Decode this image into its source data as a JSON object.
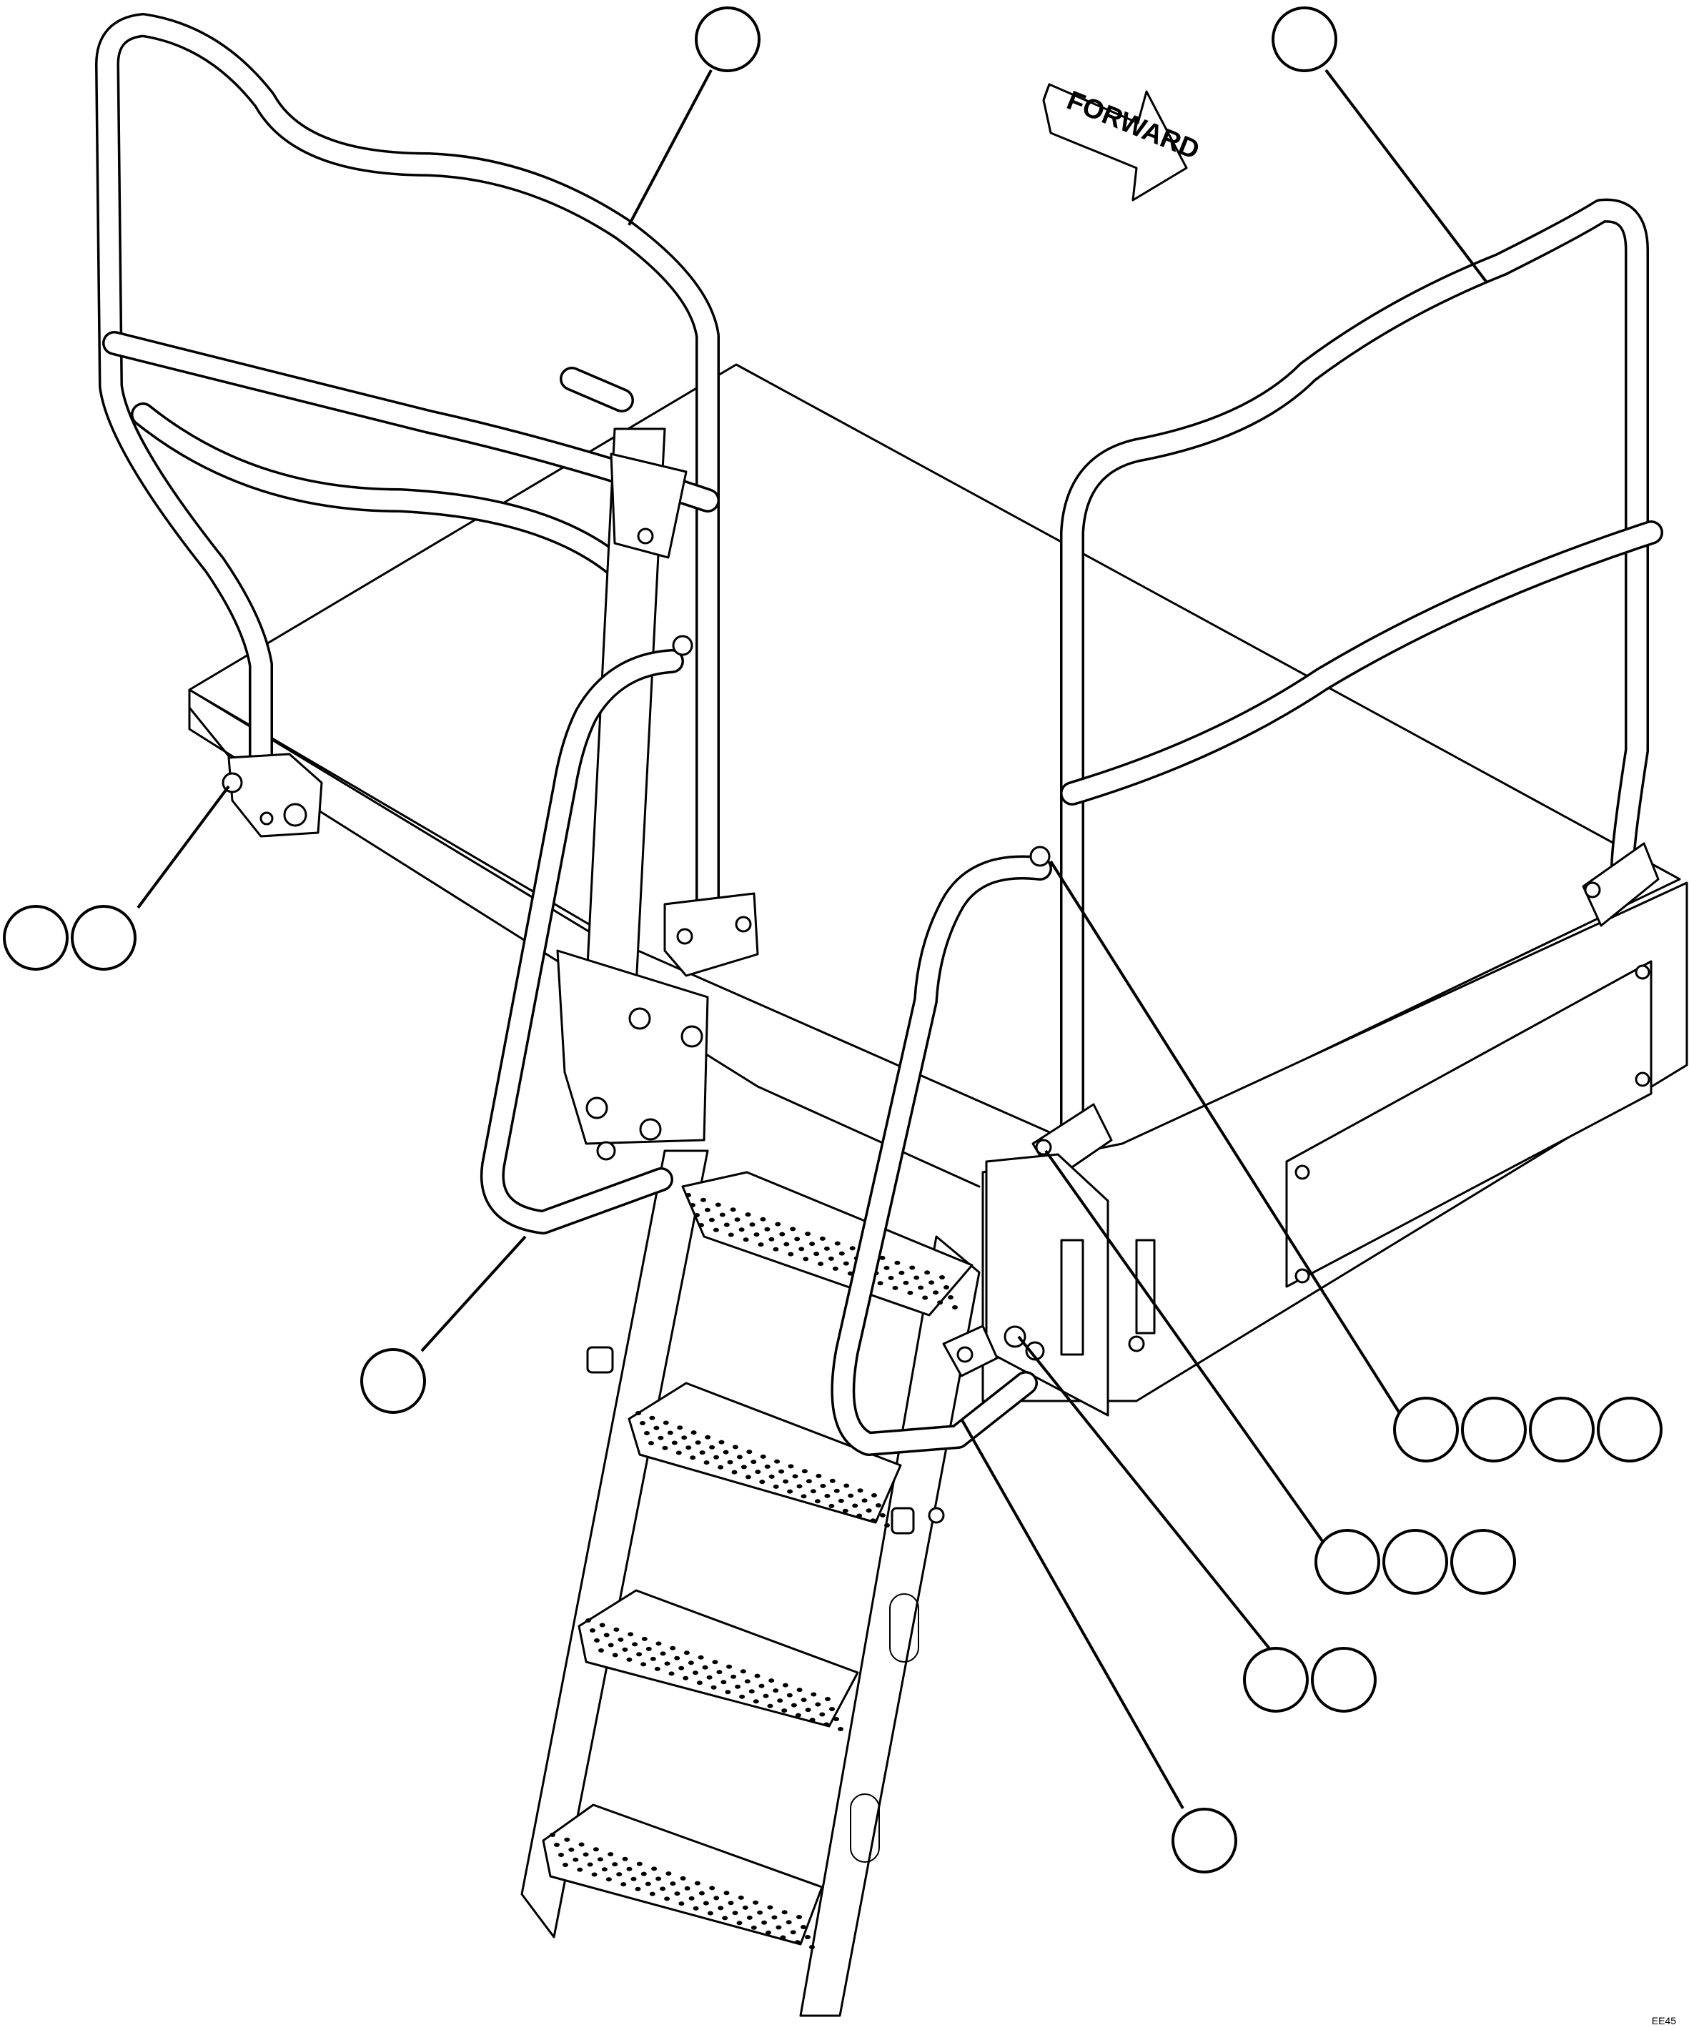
{
  "drawing": {
    "direction_label": "FORWARD",
    "figure_code": "EE45"
  },
  "callouts": [
    {
      "id": "callout-top-left-rail",
      "label": ""
    },
    {
      "id": "callout-top-right-rail",
      "label": ""
    },
    {
      "id": "callout-left-mount-a",
      "label": ""
    },
    {
      "id": "callout-left-mount-b",
      "label": ""
    },
    {
      "id": "callout-left-handrail",
      "label": ""
    },
    {
      "id": "callout-clamp-a",
      "label": ""
    },
    {
      "id": "callout-clamp-b",
      "label": ""
    },
    {
      "id": "callout-clamp-c",
      "label": ""
    },
    {
      "id": "callout-clamp-d",
      "label": ""
    },
    {
      "id": "callout-mount-a",
      "label": ""
    },
    {
      "id": "callout-mount-b",
      "label": ""
    },
    {
      "id": "callout-mount-c",
      "label": ""
    },
    {
      "id": "callout-pivot-a",
      "label": ""
    },
    {
      "id": "callout-pivot-b",
      "label": ""
    },
    {
      "id": "callout-right-handrail",
      "label": ""
    }
  ]
}
